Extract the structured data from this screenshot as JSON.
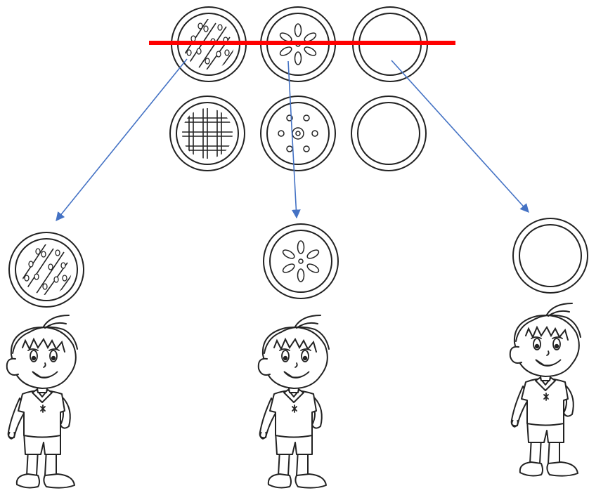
{
  "colors": {
    "background": "#ffffff",
    "line_art": "#222222",
    "cut_line": "#ff0000",
    "arrows": "#4472c4"
  },
  "plates": [
    {
      "id": "top-left",
      "pattern": "diagonal-stripes-dots",
      "row": 1,
      "selected": true
    },
    {
      "id": "top-middle",
      "pattern": "petals",
      "row": 1,
      "selected": true
    },
    {
      "id": "top-right",
      "pattern": "plain",
      "row": 1,
      "selected": true
    },
    {
      "id": "bottom-left",
      "pattern": "lattice",
      "row": 2,
      "selected": false
    },
    {
      "id": "bottom-middle",
      "pattern": "dots-ring",
      "row": 2,
      "selected": false
    },
    {
      "id": "bottom-right",
      "pattern": "plain",
      "row": 2,
      "selected": false
    }
  ],
  "children": [
    {
      "id": "boy-left",
      "receives": "diagonal-stripes-dots"
    },
    {
      "id": "boy-middle",
      "receives": "petals"
    },
    {
      "id": "boy-right",
      "receives": "plain"
    }
  ],
  "icons": [
    "plate-icon",
    "boy-icon",
    "arrow-icon",
    "strike-line"
  ]
}
